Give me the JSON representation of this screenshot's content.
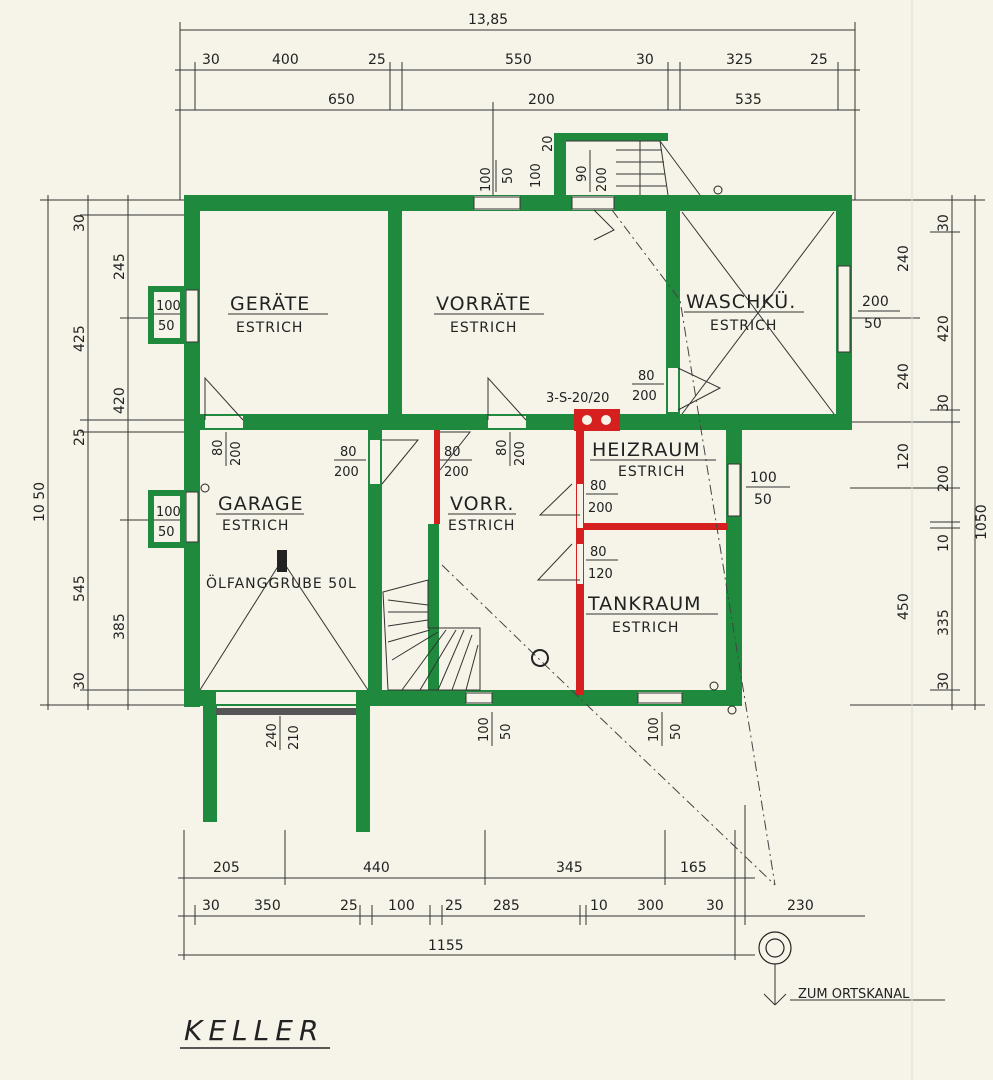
{
  "title": "KELLER",
  "colors": {
    "wall": "#1f8a3e",
    "heating_wall": "#d61f1f",
    "background": "#f6f3e8",
    "line": "#333333"
  },
  "rooms": {
    "geraete": {
      "name": "GERÄTE",
      "floor": "ESTRICH"
    },
    "vorraete": {
      "name": "VORRÄTE",
      "floor": "ESTRICH"
    },
    "waschkueche": {
      "name": "WASCHKÜ.",
      "floor": "ESTRICH"
    },
    "heizraum": {
      "name": "HEIZRAUM",
      "floor": "ESTRICH"
    },
    "garage": {
      "name": "GARAGE",
      "floor": "ESTRICH",
      "note": "ÖLFANGGRUBE 50L"
    },
    "vorraum": {
      "name": "VORR.",
      "floor": "ESTRICH"
    },
    "tankraum": {
      "name": "TANKRAUM",
      "floor": "ESTRICH"
    }
  },
  "chimney": "3-S-20/20",
  "drain": "ZUM ORTSKANAL",
  "top_dims": {
    "total": "13,85",
    "row1": [
      "30",
      "400",
      "25",
      "550",
      "30",
      "325",
      "25"
    ],
    "row2": [
      "650",
      "200",
      "535"
    ]
  },
  "bottom_dims": {
    "row1": [
      "205",
      "440",
      "345",
      "165"
    ],
    "row2": [
      "30",
      "350",
      "25",
      "100",
      "25",
      "285",
      "10",
      "300",
      "30",
      "230"
    ],
    "total": "1155"
  },
  "left_dims": {
    "total": "10 50",
    "outer": [
      "425",
      "545"
    ],
    "inner": [
      "30",
      "245",
      "420",
      "25",
      "385",
      "30"
    ]
  },
  "right_dims": {
    "total": "1050",
    "outer": [
      "240",
      "240",
      "120",
      "450"
    ],
    "inner": [
      "30",
      "420",
      "30",
      "200",
      "10",
      "335",
      "30"
    ]
  },
  "openings": {
    "window_geraete": [
      "100",
      "50"
    ],
    "window_garage": [
      "100",
      "50"
    ],
    "window_top_vorraete": [
      "100",
      "50"
    ],
    "window_top_stair": [
      "100",
      "20"
    ],
    "door_stair_top": [
      "90",
      "200"
    ],
    "window_waschk": [
      "200",
      "50"
    ],
    "door_waschk": [
      "80",
      "200"
    ],
    "door_geraete": [
      "80",
      "200"
    ],
    "door_vorraete": [
      "80",
      "200"
    ],
    "door_garage": [
      "80",
      "200"
    ],
    "door_vorr": [
      "80",
      "200"
    ],
    "door_heiz": [
      "80",
      "200"
    ],
    "door_tank": [
      "80",
      "120"
    ],
    "window_heiz": [
      "100",
      "50"
    ],
    "window_bottom_vorr": [
      "100",
      "50"
    ],
    "window_bottom_tank": [
      "100",
      "50"
    ],
    "garage_door": [
      "240",
      "210"
    ]
  }
}
